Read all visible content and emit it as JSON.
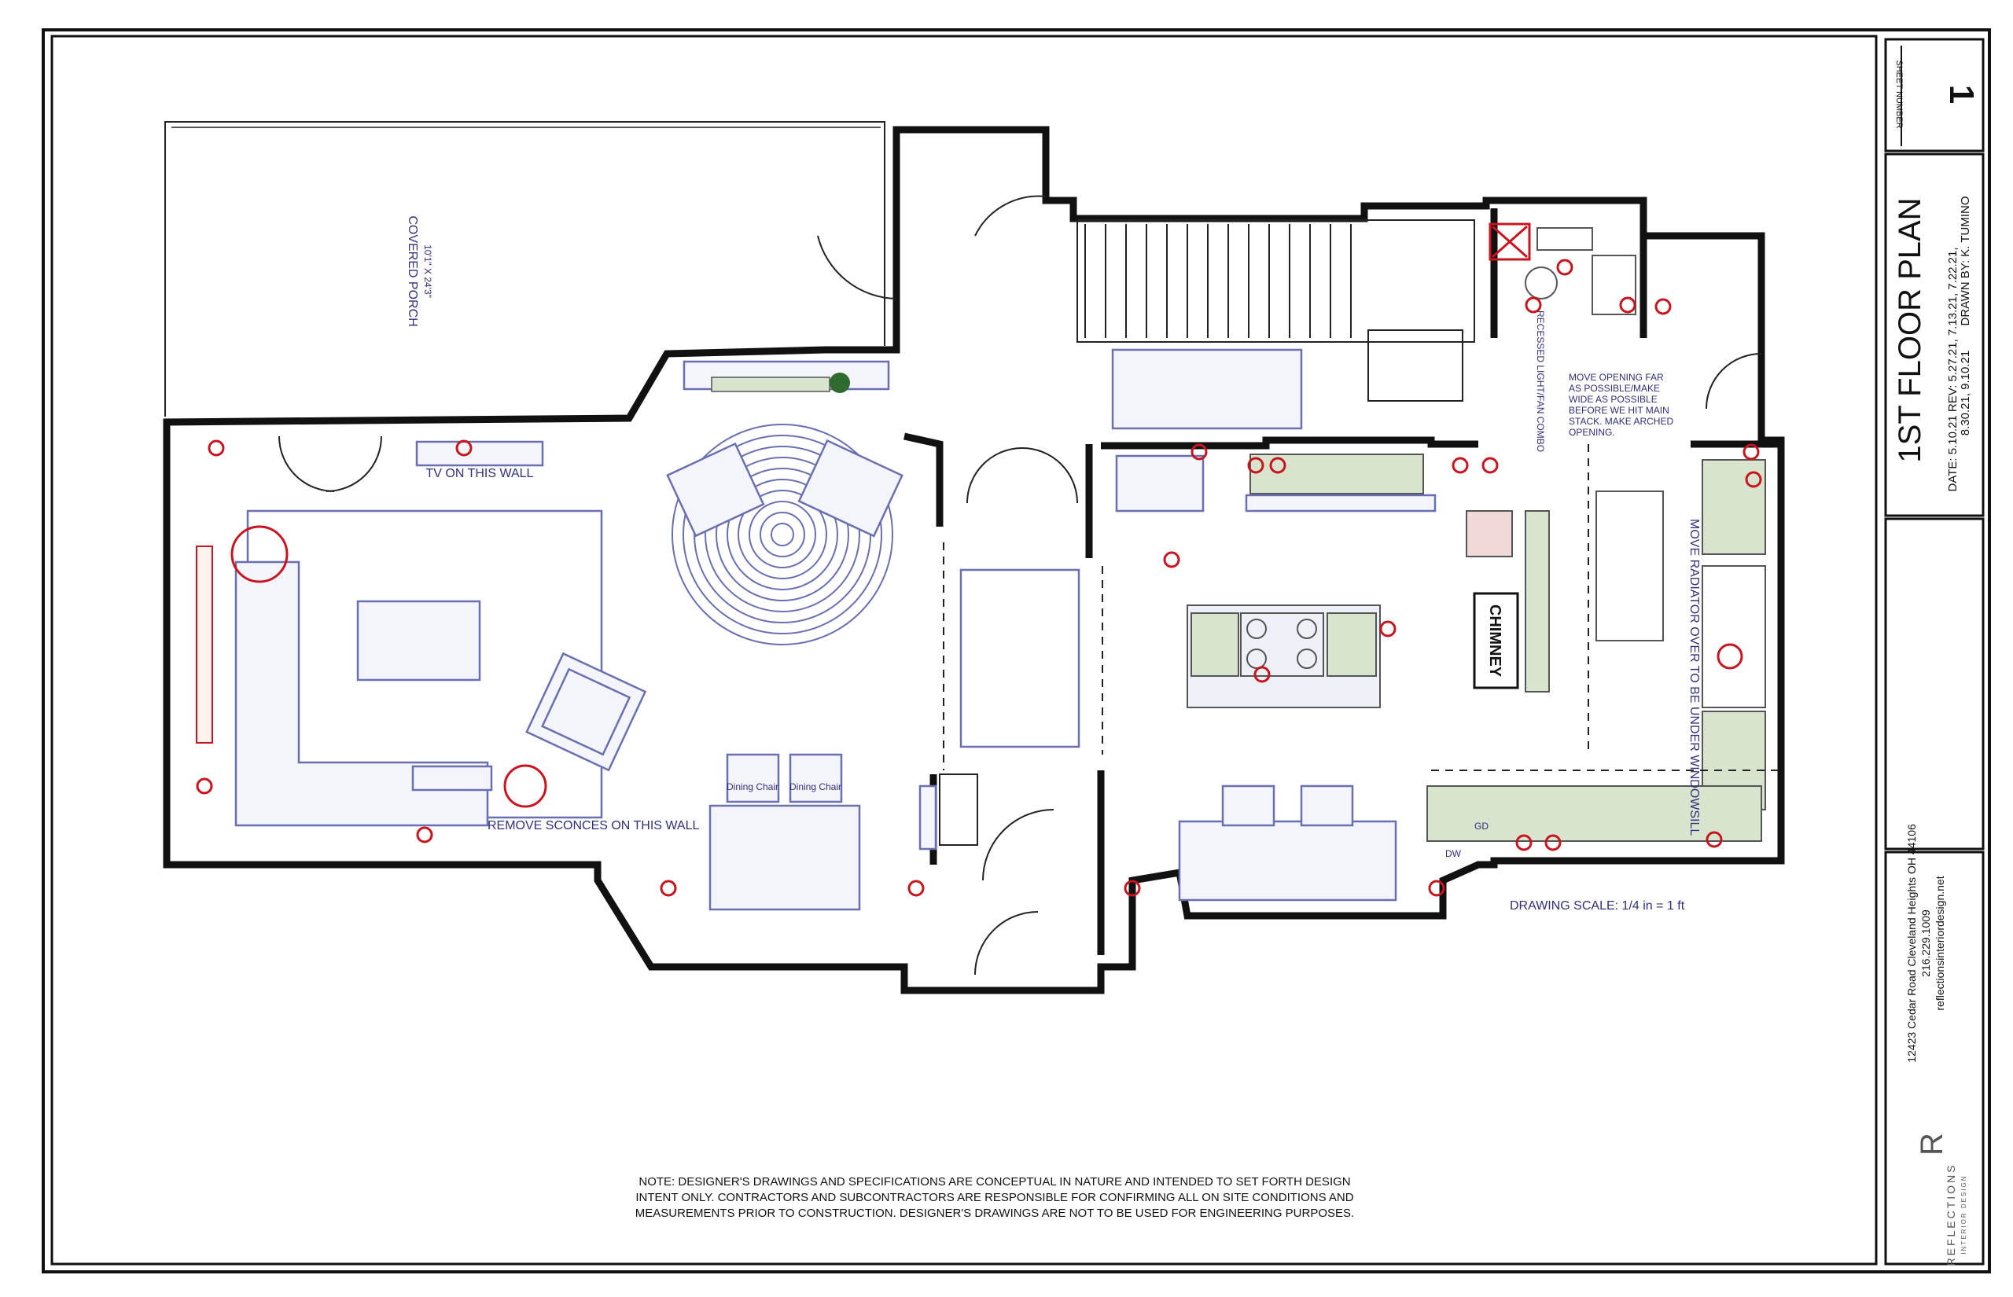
{
  "title_block": {
    "sheet_number_label": "SHEET NUMBER",
    "sheet_number": "1",
    "plan_title": "1ST FLOOR PLAN",
    "dates": "DATE: 5.10.21 REV: 5.27.21, 7.13.21, 7.22.21,",
    "dates_cont": "8.30.21, 9.10.21",
    "drawn_by": "DRAWN BY: K. TUMINO",
    "address": "12423 Cedar Road Cleveland Heights OH 44106",
    "phone": "216.229.1009",
    "website": "reflectionsinteriordesign.net",
    "firm": "REFLECTIONS",
    "firm_sub": "INTERIOR DESIGN"
  },
  "labels": {
    "porch": "COVERED PORCH",
    "porch_dims": "10'1\" X 24'3\"",
    "tv_wall": "TV ON THIS WALL",
    "remove_sconces": "REMOVE SCONCES ON THIS WALL",
    "chimney": "CHIMNEY",
    "recessed": "RECESSED LIGHT/FAN COMBO",
    "move_opening": [
      "MOVE OPENING FAR",
      "AS POSSIBLE/MAKE",
      "WIDE AS POSSIBLE",
      "BEFORE WE HIT MAIN",
      "STACK. MAKE ARCHED",
      "OPENING."
    ],
    "move_radiator": "MOVE RADIATOR OVER TO BE UNDER WINDOWSILL",
    "scale": "DRAWING SCALE: 1/4 in = 1 ft",
    "dining_chair_1": "Dining Chair",
    "dining_chair_2": "Dining Chair",
    "gd": "GD",
    "dw": "DW"
  },
  "note": [
    "NOTE: DESIGNER'S DRAWINGS AND SPECIFICATIONS ARE CONCEPTUAL IN NATURE AND INTENDED TO SET FORTH DESIGN",
    "INTENT ONLY. CONTRACTORS AND SUBCONTRACTORS ARE RESPONSIBLE FOR CONFIRMING ALL ON SITE CONDITIONS AND",
    "MEASUREMENTS PRIOR TO CONSTRUCTION. DESIGNER'S DRAWINGS ARE NOT TO BE USED FOR ENGINEERING PURPOSES."
  ],
  "colors": {
    "wall": "#111111",
    "furniture": "#6a6fb0",
    "fixture": "#c8141e",
    "cabinet": "#d9e4cf",
    "text": "#30307a"
  }
}
